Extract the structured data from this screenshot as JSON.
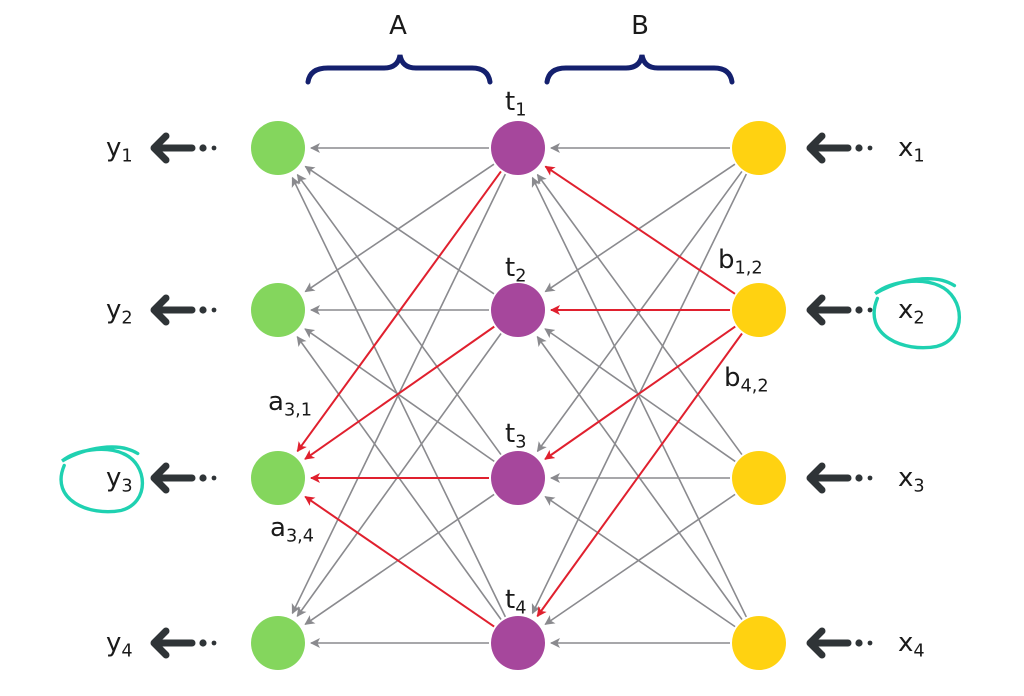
{
  "title": "Two-layer linear network: x -> B -> t -> A -> y",
  "colors": {
    "input_node": "#ffd211",
    "hidden_node": "#a6479c",
    "output_node": "#84d65d",
    "edge": "#8a8a8e",
    "highlight_edge": "#e0202e",
    "brace": "#14206e",
    "io_arrow": "#2f3437",
    "annotation": "#1fd1b1"
  },
  "braces": [
    {
      "label": "A",
      "layer": "hidden_to_output"
    },
    {
      "label": "B",
      "layer": "input_to_hidden"
    }
  ],
  "inputs": [
    {
      "name": "x",
      "sub": "1",
      "circled": false
    },
    {
      "name": "x",
      "sub": "2",
      "circled": true
    },
    {
      "name": "x",
      "sub": "3",
      "circled": false
    },
    {
      "name": "x",
      "sub": "4",
      "circled": false
    }
  ],
  "hidden": [
    {
      "name": "t",
      "sub": "1"
    },
    {
      "name": "t",
      "sub": "2"
    },
    {
      "name": "t",
      "sub": "3"
    },
    {
      "name": "t",
      "sub": "4"
    }
  ],
  "outputs": [
    {
      "name": "y",
      "sub": "1",
      "circled": false
    },
    {
      "name": "y",
      "sub": "2",
      "circled": false
    },
    {
      "name": "y",
      "sub": "3",
      "circled": true
    },
    {
      "name": "y",
      "sub": "4",
      "circled": false
    }
  ],
  "highlighted": {
    "input_to_hidden_from_input": 2,
    "hidden_to_output_to_output": 3
  },
  "weight_labels": [
    {
      "name": "b",
      "sub": "1,2",
      "near": "input_2_top"
    },
    {
      "name": "b",
      "sub": "4,2",
      "near": "input_2_bottom"
    },
    {
      "name": "a",
      "sub": "3,1",
      "near": "output_3_top"
    },
    {
      "name": "a",
      "sub": "3,4",
      "near": "output_3_bottom"
    }
  ]
}
